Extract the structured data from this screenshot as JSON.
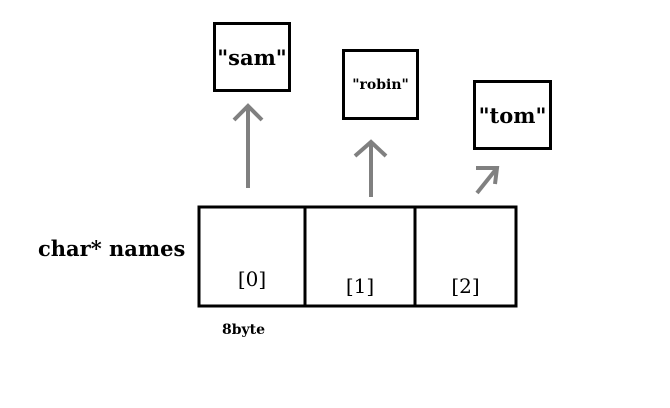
{
  "variable_label": "char* names",
  "array": {
    "cells": [
      {
        "label": "[0]"
      },
      {
        "label": "[1]"
      },
      {
        "label": "[2]"
      }
    ],
    "size_label": "8byte"
  },
  "strings": [
    {
      "text": "\"sam\""
    },
    {
      "text": "\"robin\""
    },
    {
      "text": "\"tom\""
    }
  ],
  "colors": {
    "outline": "#000000",
    "arrow": "#808080"
  }
}
